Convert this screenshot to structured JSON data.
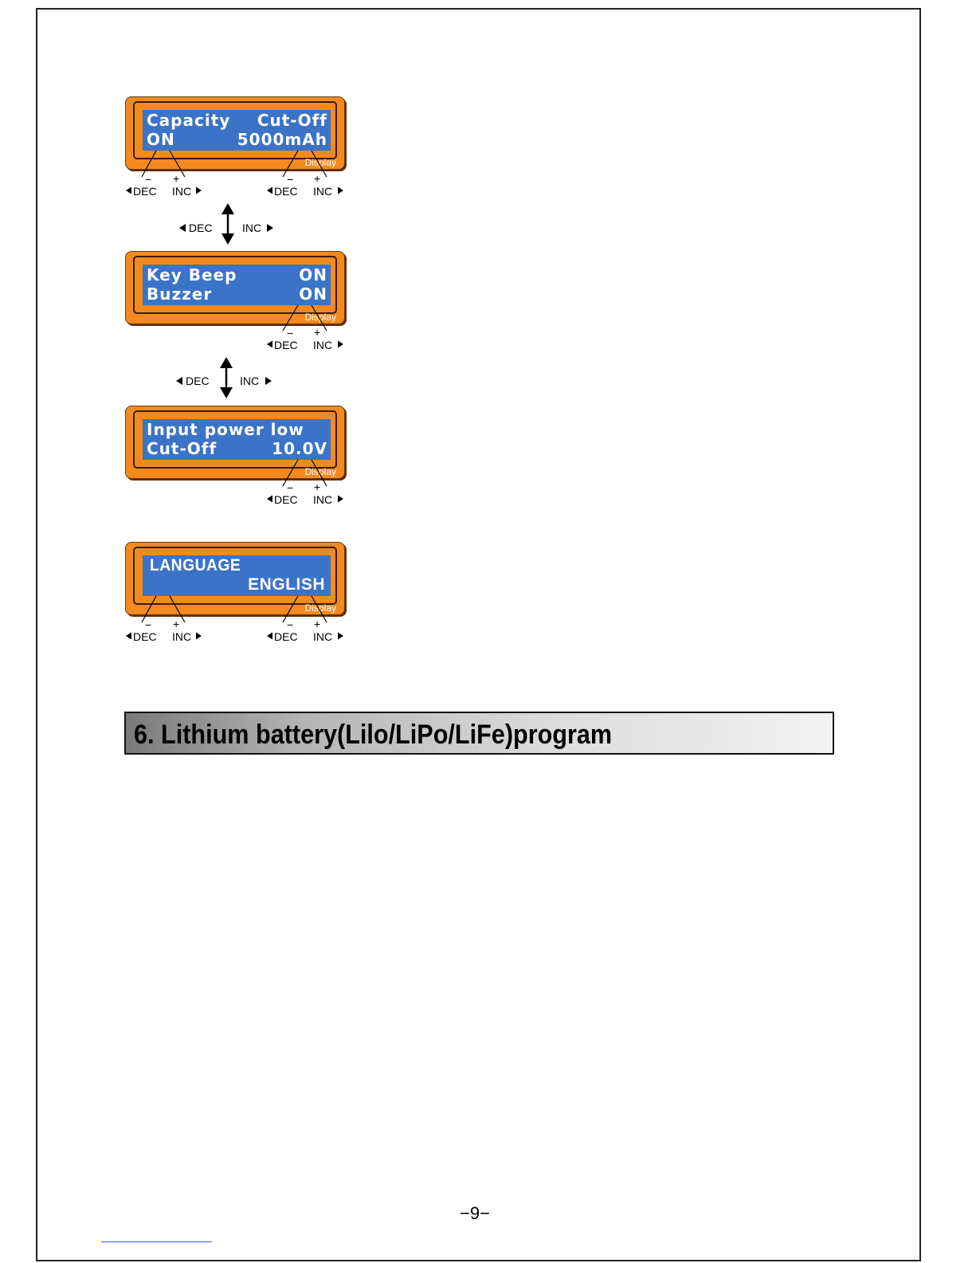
{
  "keys": {
    "dec": "DEC",
    "inc": "INC",
    "minus": "−",
    "plus": "+"
  },
  "display_label": "Display",
  "screens": [
    {
      "line1_left": "Capacity",
      "line1_right": "Cut-Off",
      "line2_left": "ON",
      "line2_right": "5000mAh"
    },
    {
      "line1_left": "Key Beep",
      "line1_right": "ON",
      "line2_left": "Buzzer",
      "line2_right": "ON"
    },
    {
      "line1_left": "Input power low",
      "line1_right": "",
      "line2_left": "Cut-Off",
      "line2_right": "10.0V"
    },
    {
      "line1_left": "LANGUAGE",
      "line1_right": "",
      "line2_left": "",
      "line2_right": "ENGLISH"
    }
  ],
  "section": {
    "title": "6. Lithium battery(Lilo/LiPo/LiFe)program"
  },
  "page_number": "−9−",
  "colors": {
    "bezel": "#f28a20",
    "screen": "#3b73c7",
    "text": "#ffffff"
  }
}
